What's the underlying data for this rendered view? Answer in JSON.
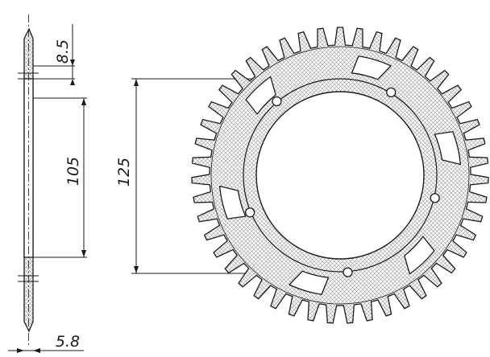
{
  "drawing": {
    "dimensions": {
      "chain_line_offset": "8.5",
      "inner_bore": "105",
      "bolt_circle": "125",
      "thickness": "5.8"
    },
    "sprocket": {
      "teeth": 47,
      "bolt_holes": 5,
      "lightening_cutouts": 6
    },
    "colors": {
      "line": "#1a1a1a",
      "hatch": "#9a9a9a",
      "background": "#ffffff"
    }
  }
}
